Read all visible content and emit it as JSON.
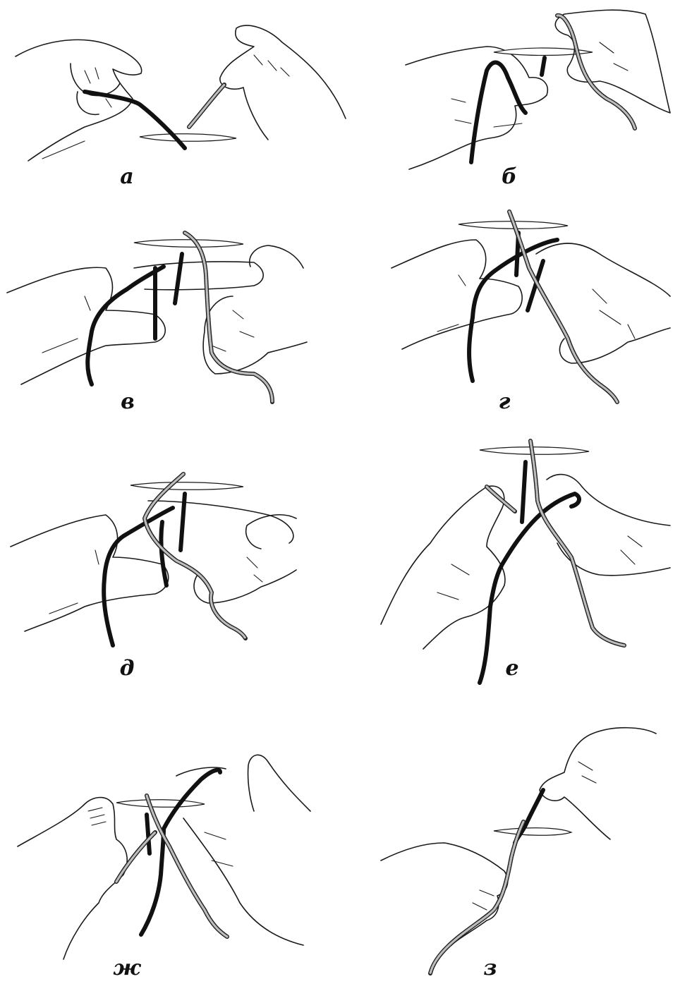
{
  "figure": {
    "panels": [
      {
        "id": "a",
        "label": "а"
      },
      {
        "id": "b",
        "label": "б"
      },
      {
        "id": "v",
        "label": "в"
      },
      {
        "id": "g",
        "label": "г"
      },
      {
        "id": "d",
        "label": "д"
      },
      {
        "id": "e",
        "label": "е"
      },
      {
        "id": "zh",
        "label": "ж"
      },
      {
        "id": "z",
        "label": "з"
      }
    ],
    "colors": {
      "dark_thread": "#111111",
      "light_thread": "#bdbdbd",
      "outline": "#1a1a1a",
      "background": "#ffffff"
    },
    "icons": [
      "hand",
      "dark-thread",
      "light-thread",
      "wound-incision"
    ]
  }
}
